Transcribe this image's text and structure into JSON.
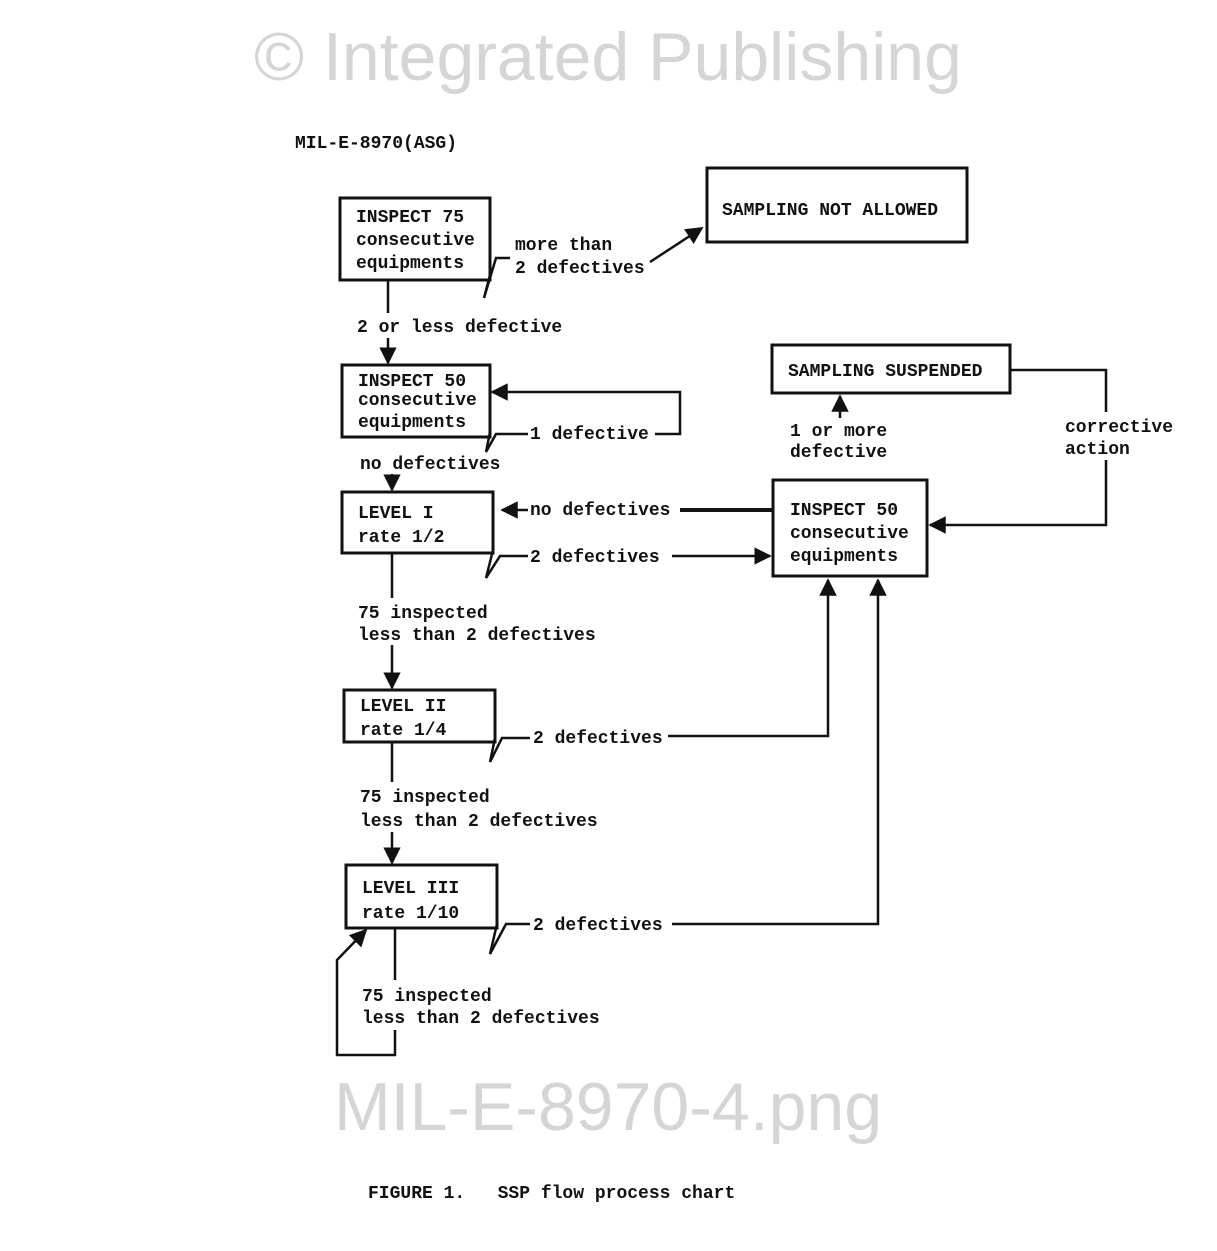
{
  "header": "MIL-E-8970(ASG)",
  "boxes": {
    "inspect75": [
      "INSPECT 75",
      "consecutive",
      "equipments"
    ],
    "not_allowed": "SAMPLING NOT ALLOWED",
    "inspect50_top": [
      "INSPECT 50",
      "consecutive",
      "equipments"
    ],
    "level1": [
      "LEVEL I",
      "rate 1/2"
    ],
    "suspended": "SAMPLING SUSPENDED",
    "inspect50_right": [
      "INSPECT 50",
      "consecutive",
      "equipments"
    ],
    "level2": [
      "LEVEL II",
      "rate 1/4"
    ],
    "level3": [
      "LEVEL III",
      "rate 1/10"
    ]
  },
  "labels": {
    "more_than": [
      "more than",
      "2 defectives"
    ],
    "two_or_less": "2 or less defective",
    "one_defective": "1 defective",
    "no_defectives_1": "no defectives",
    "one_or_more": [
      "1 or more",
      "defective"
    ],
    "corrective": [
      "corrective",
      "action"
    ],
    "no_defectives_2": "no defectives",
    "two_def_l1": "2 defectives",
    "l1_pass": [
      "75 inspected",
      "less than 2 defectives"
    ],
    "two_def_l2": "2 defectives",
    "l2_pass": [
      "75 inspected",
      "less than 2 defectives"
    ],
    "two_def_l3": "2 defectives",
    "l3_pass": [
      "75 inspected",
      "less than 2 defectives"
    ]
  },
  "caption": "FIGURE 1.   SSP flow process chart",
  "watermark": [
    "© Integrated Publishing",
    "MIL-E-8970-4.png"
  ]
}
